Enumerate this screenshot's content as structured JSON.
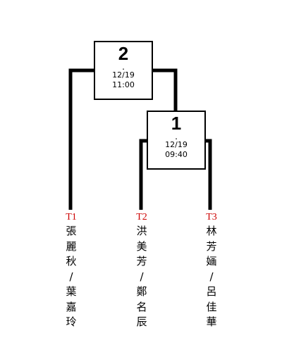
{
  "matches": [
    {
      "number": "2",
      "dot": ".",
      "date": "12/19",
      "time": "11:00"
    },
    {
      "number": "1",
      "dot": ".",
      "date": "12/19",
      "time": "09:40"
    }
  ],
  "teams": [
    {
      "id": "T1",
      "name_chars": [
        "張",
        "麗",
        "秋",
        "/",
        "葉",
        "嘉",
        "玲"
      ]
    },
    {
      "id": "T2",
      "name_chars": [
        "洪",
        "美",
        "芳",
        "/",
        "鄭",
        "名",
        "辰"
      ]
    },
    {
      "id": "T3",
      "name_chars": [
        "林",
        "芳",
        "婳",
        "/",
        "呂",
        "佳",
        "華"
      ]
    }
  ],
  "colors": {
    "line": "#000000",
    "team_id": "#cc0000",
    "text": "#000000"
  }
}
